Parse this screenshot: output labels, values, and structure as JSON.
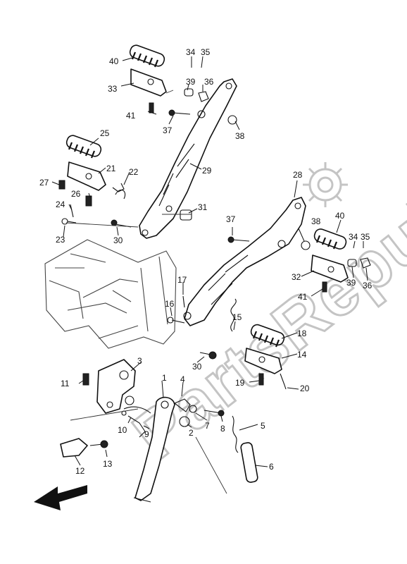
{
  "watermark": {
    "text": "PartsRepublik",
    "icon": "gear-icon"
  },
  "callouts": [
    "1",
    "2",
    "3",
    "4",
    "5",
    "6",
    "7",
    "8",
    "9",
    "10",
    "11",
    "12",
    "13",
    "14",
    "15",
    "16",
    "17",
    "18",
    "19",
    "20",
    "21",
    "22",
    "23",
    "24",
    "25",
    "26",
    "27",
    "28",
    "29",
    "30",
    "30",
    "31",
    "32",
    "33",
    "34",
    "34",
    "35",
    "35",
    "36",
    "36",
    "37",
    "37",
    "38",
    "38",
    "39",
    "39",
    "40",
    "40",
    "41",
    "41"
  ],
  "direction_arrow": "arrow-icon"
}
